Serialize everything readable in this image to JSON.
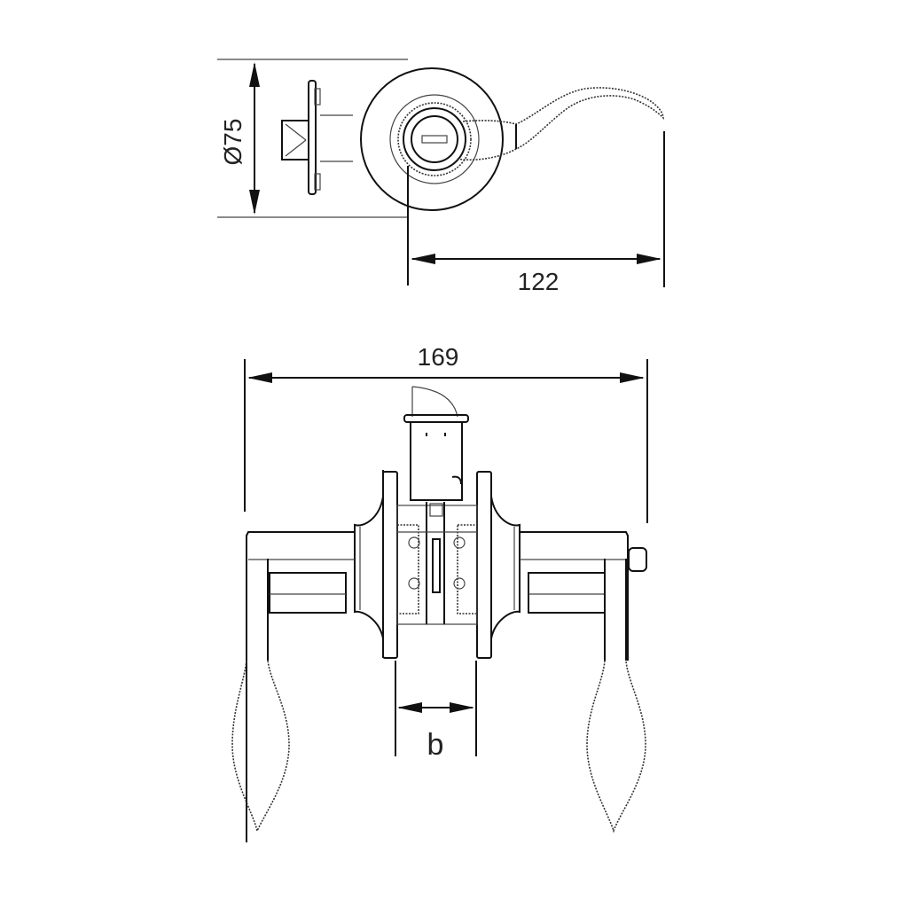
{
  "drawing": {
    "subject": "Door lever lockset technical drawing",
    "top_view": {
      "diameter_label": "Ø75",
      "length_label": "122"
    },
    "front_view": {
      "width_label": "169",
      "door_thickness_label": "b"
    },
    "colors": {
      "line": "#111111",
      "background": "#ffffff"
    }
  }
}
